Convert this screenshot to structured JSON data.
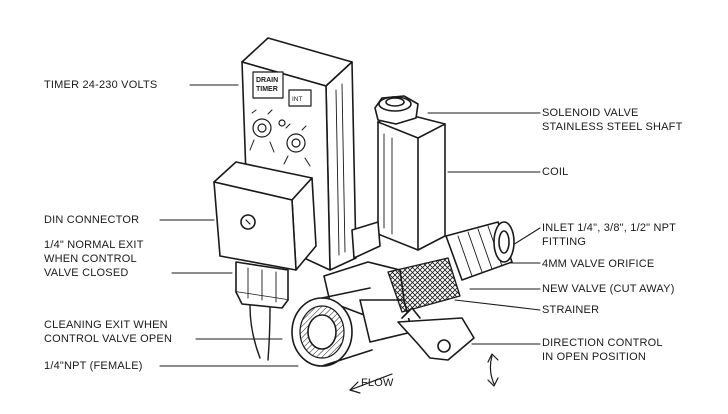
{
  "labels": {
    "timer": "TIMER 24-230 VOLTS",
    "din_connector": "DIN CONNECTOR",
    "normal_exit": [
      "1/4\" NORMAL EXIT",
      "WHEN CONTROL",
      "VALVE CLOSED"
    ],
    "cleaning_exit": [
      "CLEANING EXIT WHEN",
      "CONTROL VALVE OPEN"
    ],
    "npt_female": "1/4\"NPT (FEMALE)",
    "solenoid_valve": [
      "SOLENOID VALVE",
      "STAINLESS STEEL SHAFT"
    ],
    "coil": "COIL",
    "inlet": [
      "INLET 1/4\", 3/8\", 1/2\" NPT",
      "FITTING"
    ],
    "valve_orifice": "4MM VALVE ORIFICE",
    "new_valve": "NEW VALVE (CUT AWAY)",
    "strainer": "STRAINER",
    "direction_control": [
      "DIRECTION CONTROL",
      "IN OPEN POSITION"
    ],
    "flow": "FLOW"
  },
  "timer_panel": {
    "line1": "DRAIN",
    "line2": "TIMER",
    "button": "INT"
  },
  "colors": {
    "ink": "#1a1a1a",
    "paper": "#ffffff",
    "shade": "#cfcfcf"
  }
}
